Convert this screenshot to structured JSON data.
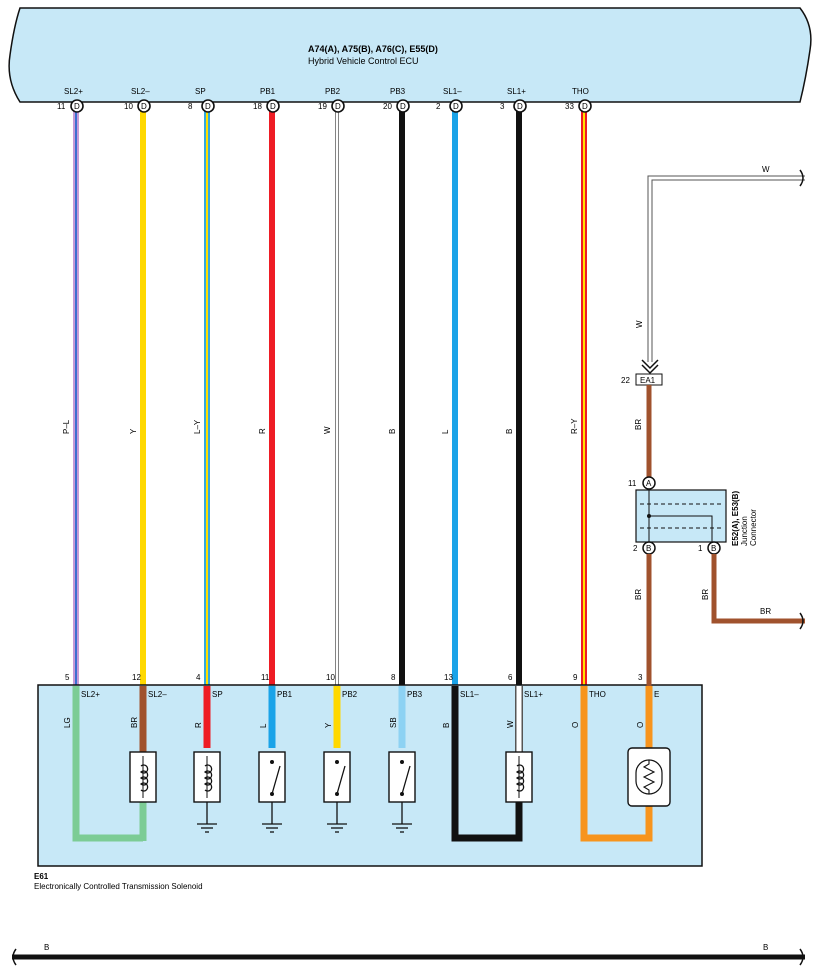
{
  "ecu": {
    "title": "A74(A), A75(B), A76(C), E55(D)",
    "subtitle": "Hybrid Vehicle Control ECU",
    "connector_letter": "D"
  },
  "circuits": [
    {
      "terminal": "SL2+",
      "ecu_pin": "11",
      "wire": "P–L",
      "sol_pin": "5",
      "sol_term": "SL2+",
      "inner": "LG",
      "color": "#c59ad6",
      "stripe": "#3b6fd0"
    },
    {
      "terminal": "SL2–",
      "ecu_pin": "10",
      "wire": "Y",
      "sol_pin": "12",
      "sol_term": "SL2–",
      "inner": "BR",
      "color": "#ffd800",
      "stripe": ""
    },
    {
      "terminal": "SP",
      "ecu_pin": "8",
      "wire": "L–Y",
      "sol_pin": "4",
      "sol_term": "SP",
      "inner": "R",
      "color": "#33aadd",
      "stripe": "#ffe000"
    },
    {
      "terminal": "PB1",
      "ecu_pin": "18",
      "wire": "R",
      "sol_pin": "11",
      "sol_term": "PB1",
      "inner": "L",
      "color": "#ee1c24",
      "stripe": ""
    },
    {
      "terminal": "PB2",
      "ecu_pin": "19",
      "wire": "W",
      "sol_pin": "10",
      "sol_term": "PB2",
      "inner": "Y",
      "color": "#ffffff",
      "stripe": ""
    },
    {
      "terminal": "PB3",
      "ecu_pin": "20",
      "wire": "B",
      "sol_pin": "8",
      "sol_term": "PB3",
      "inner": "SB",
      "color": "#111111",
      "stripe": ""
    },
    {
      "terminal": "SL1–",
      "ecu_pin": "2",
      "wire": "L",
      "sol_pin": "13",
      "sol_term": "SL1–",
      "inner": "B",
      "color": "#1aa3e8",
      "stripe": ""
    },
    {
      "terminal": "SL1+",
      "ecu_pin": "3",
      "wire": "B",
      "sol_pin": "6",
      "sol_term": "SL1+",
      "inner": "W",
      "color": "#111111",
      "stripe": ""
    },
    {
      "terminal": "THO",
      "ecu_pin": "33",
      "wire": "R–Y",
      "sol_pin": "9",
      "sol_term": "THO",
      "inner": "O",
      "color": "#ee1c24",
      "stripe": "#ffe000"
    }
  ],
  "ground": {
    "terminal": "E",
    "sol_pin": "3",
    "inner": "O"
  },
  "ea1": {
    "pin": "22",
    "label": "EA1"
  },
  "junction": {
    "title": "E52(A), E53(B)",
    "line1": "Junction",
    "line2": "Connector",
    "pin_a": "11",
    "pin_b1": "2",
    "pin_b2": "1",
    "a": "A",
    "b": "B"
  },
  "wires": {
    "w": "W",
    "br": "BR",
    "b": "B"
  },
  "solenoid": {
    "code": "E61",
    "name": "Electronically Controlled Transmission Solenoid"
  },
  "colors": {
    "ecu_fill": "#c7e8f7",
    "brown": "#a0522d",
    "orange": "#f7941d",
    "green": "#7ccc95",
    "yellow": "#ffd800",
    "red": "#ee1c24",
    "blue": "#1aa3e8",
    "skyblue": "#8dd2f3"
  }
}
